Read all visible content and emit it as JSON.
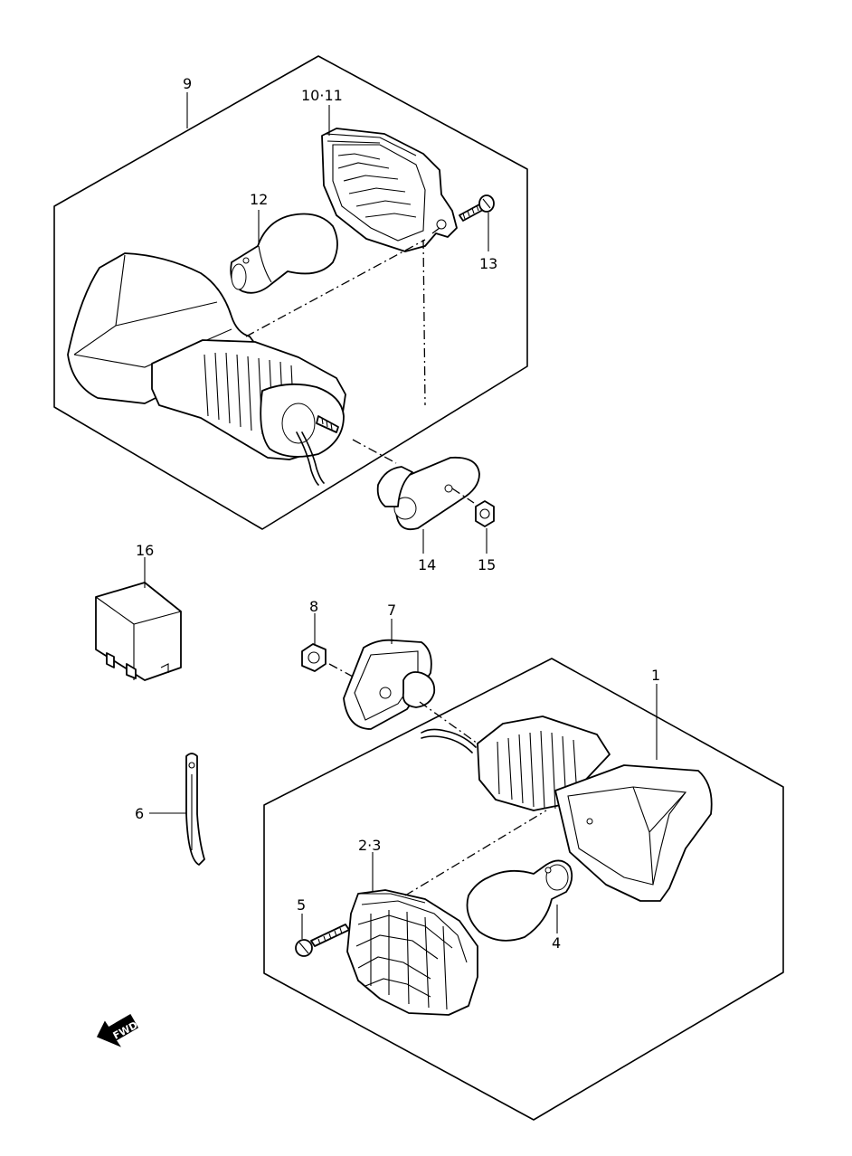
{
  "labels": {
    "p9": "9",
    "p10_11": "10·11",
    "p12": "12",
    "p13": "13",
    "p14": "14",
    "p15": "15",
    "p16": "16",
    "p8": "8",
    "p7": "7",
    "p1": "1",
    "p6": "6",
    "p2_3": "2·3",
    "p5": "5",
    "p4": "4"
  },
  "fwd_text": "FWD"
}
